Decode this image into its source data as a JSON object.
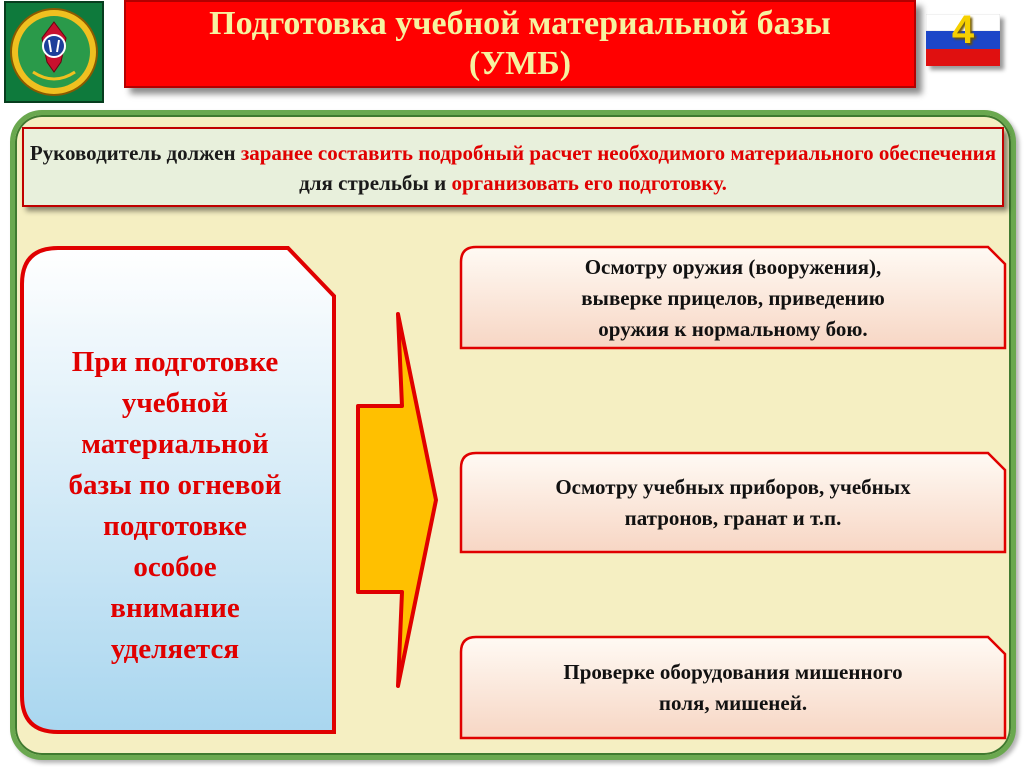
{
  "header": {
    "title_line1": "Подготовка учебной материальной базы",
    "title_line2": "(УМБ)",
    "slide_number": "4"
  },
  "intro": {
    "part1": "Руководитель должен ",
    "part2": "заранее составить подробный расчет необходимого материального обеспечения",
    "part3": " для стрельбы и ",
    "part4": "организовать его подготовку."
  },
  "left_panel": {
    "lines": [
      "При подготовке",
      "учебной",
      "материальной",
      "базы по огневой",
      "подготовке",
      "особое",
      "внимание",
      "уделяется"
    ]
  },
  "items": [
    {
      "lines": [
        "Осмотру оружия (вооружения),",
        "выверке прицелов, приведению",
        "оружия к нормальному бою."
      ]
    },
    {
      "lines": [
        "Осмотру учебных приборов, учебных",
        "патронов, гранат и т.п."
      ]
    },
    {
      "lines": [
        "Проверке оборудования мишенного",
        "поля, мишеней."
      ]
    }
  ],
  "colors": {
    "accent_red": "#e00000",
    "frame_green": "#6aa84f",
    "arrow_yellow": "#ffc000",
    "background_cream": "#f5efc2"
  }
}
